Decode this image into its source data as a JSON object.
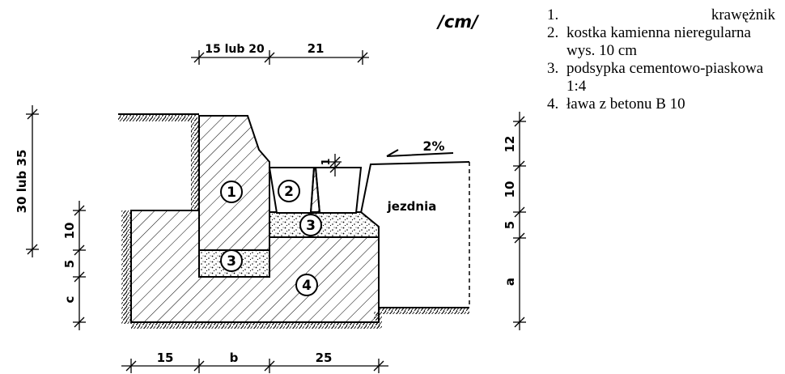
{
  "unit_label": "/cm/",
  "dimensions": {
    "top_width_curb": "15 lub 20",
    "top_width_stone": "21",
    "height_left": "30 lub 35",
    "left_10": "10",
    "left_5": "5",
    "left_c": "c",
    "slope_1": "1",
    "right_12": "12",
    "right_10": "10",
    "right_5": "5",
    "right_a": "a",
    "bottom_15": "15",
    "bottom_b": "b",
    "bottom_25": "25"
  },
  "slope_label": "2%",
  "road_label": "jezdnia",
  "callouts": [
    "1",
    "2",
    "3",
    "3",
    "4"
  ],
  "legend": [
    {
      "num": "1.",
      "text": "krawężnik"
    },
    {
      "num": "2.",
      "text": "kostka kamienna nieregularna wys. 10 cm"
    },
    {
      "num": "3.",
      "text": "podsypka cementowo-piaskowa 1:4"
    },
    {
      "num": "4.",
      "text": "ława z betonu B 10"
    }
  ]
}
